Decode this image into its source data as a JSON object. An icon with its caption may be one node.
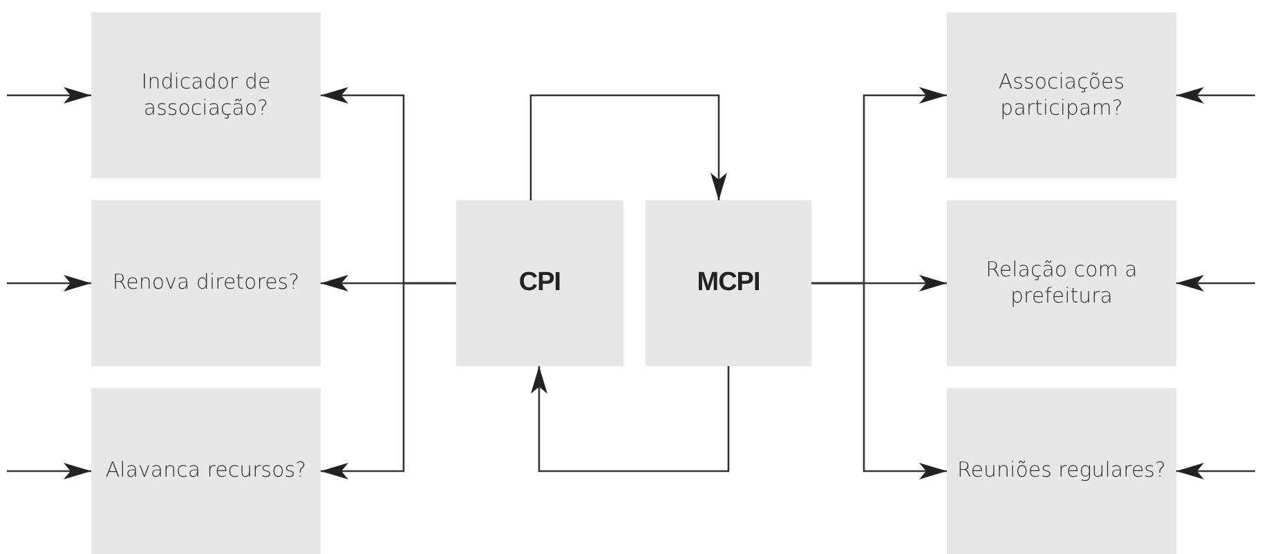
{
  "diagram": {
    "nodes": [
      {
        "text": [
          "Indicador de associação?"
        ]
      },
      {
        "text": [
          "Renova diretores?"
        ]
      },
      {
        "text": [
          "Alavanca recursos?"
        ]
      },
      {
        "text": [
          "CPI"
        ]
      },
      {
        "text": [
          "MCPI"
        ]
      },
      {
        "text": [
          "Associações participam?"
        ]
      },
      {
        "text": [
          "Relação com a prefeitura"
        ]
      },
      {
        "text": [
          "Reuniões regulares?"
        ]
      }
    ],
    "edges": [
      {
        "from": null,
        "to": 0,
        "arrow": "to"
      },
      {
        "from": null,
        "to": 1,
        "arrow": "to"
      },
      {
        "from": null,
        "to": 2,
        "arrow": "to"
      },
      {
        "from": 3,
        "to": 0,
        "arrow": "to"
      },
      {
        "from": 3,
        "to": 1,
        "arrow": "to"
      },
      {
        "from": 3,
        "to": 2,
        "arrow": "to"
      },
      {
        "from": 3,
        "to": 4,
        "arrow": "to"
      },
      {
        "from": 4,
        "to": 3,
        "arrow": "to"
      },
      {
        "from": 4,
        "to": 5,
        "arrow": "to"
      },
      {
        "from": 4,
        "to": 6,
        "arrow": "to"
      },
      {
        "from": 4,
        "to": 7,
        "arrow": "to"
      },
      {
        "from": null,
        "to": 5,
        "arrow": "to"
      },
      {
        "from": null,
        "to": 6,
        "arrow": "to"
      },
      {
        "from": null,
        "to": 7,
        "arrow": "to"
      }
    ]
  }
}
